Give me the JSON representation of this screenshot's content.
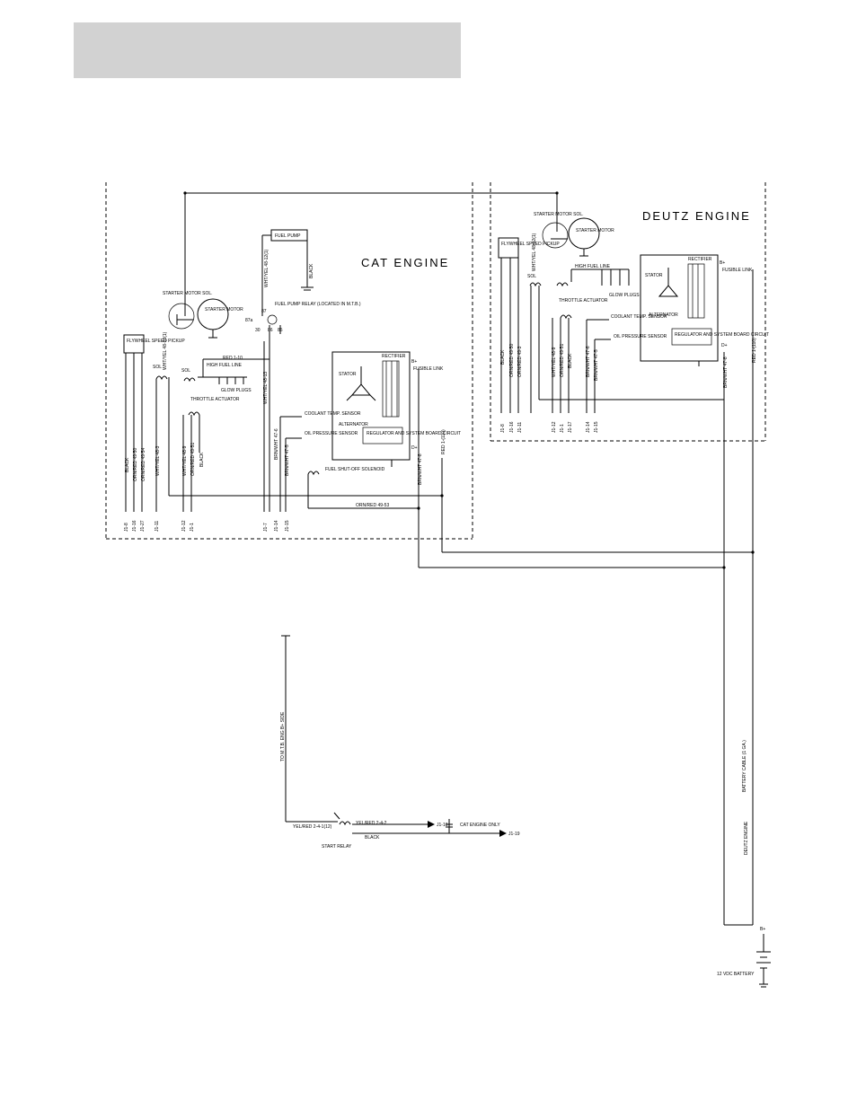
{
  "diagram": {
    "cat": {
      "title": "CAT ENGINE",
      "starter": "STARTER MOTOR",
      "starter_sol": "STARTER MOTOR SOL.",
      "fuel_pump": "FUEL PUMP",
      "fuel_pump_relay": "FUEL PUMP RELAY (LOCATED IN M.T.B.)",
      "flywheel": "FLYWHEEL SPEED PICKUP",
      "throttle": "THROTTLE ACTUATOR",
      "hi_fuel": "HIGH FUEL LINE",
      "glow": "GLOW PLUGS",
      "coolant": "COOLANT TEMP. SENSOR",
      "oil": "OIL PRESSURE SENSOR",
      "fuel_shutoff": "FUEL SHUT-OFF SOLENOID",
      "stator": "STATOR",
      "rectifier": "RECTIFIER",
      "alternator": "ALTERNATOR",
      "regulator": "REGULATOR AND SYSTEM BOARD CIRCUIT",
      "fusible": "FUSIBLE LINK",
      "b_plus": "B+",
      "d_plus": "D+",
      "relay_87": "87",
      "relay_87a": "87a",
      "relay_30": "30",
      "relay_86": "86",
      "relay_85": "85",
      "sol_1": "SOL",
      "sol_2": "SOL",
      "wires": {
        "red_1_10": "RED 1-10",
        "wht_yel_48_13": "WHT/YEL 48-13",
        "wht_yel_48_3": "WHT/YEL 48-3",
        "orn_red_49_53": "ORN/RED 49-53",
        "brn_wht_47_8": "BRN/WHT 47-8",
        "red_1_110": "RED 1-(110)",
        "black": "BLACK",
        "orn_red_49_50": "ORN/RED 49-50",
        "orn_red_49_54": "ORN/RED 49-54",
        "wht_yel_48_9": "WHT/YEL 48-9",
        "orn_red_49_51": "ORN/RED 49-51",
        "brn_wht_47_6": "BRN/WHT 47-6",
        "brn_wht_47_5": "BRN/WHT 47-5",
        "wht_yel_48_12": "WHT/YEL 48-12(1)"
      },
      "connectors": [
        "J1-8",
        "J1-16",
        "J1-27",
        "J1-11",
        "J1-12",
        "J1-1",
        "J1-7",
        "J1-14",
        "J1-15"
      ]
    },
    "deutz": {
      "title": "DEUTZ ENGINE",
      "starter": "STARTER MOTOR",
      "starter_sol": "STARTER MOTOR SOL.",
      "flywheel": "FLYWHEEL SPEED PICKUP",
      "throttle": "THROTTLE ACTUATOR",
      "hi_fuel": "HIGH FUEL LINE",
      "glow": "GLOW PLUGS",
      "coolant": "COOLANT TEMP. SENSOR",
      "oil": "OIL PRESSURE SENSOR",
      "stator": "STATOR",
      "rectifier": "RECTIFIER",
      "alternator": "ALTERNATOR",
      "regulator": "REGULATOR AND SYSTEM BOARD CIRCUIT",
      "fusible": "FUSIBLE LINK",
      "b_plus": "B+",
      "d_plus": "D+",
      "sol_1": "SOL",
      "wires": {
        "black": "BLACK",
        "orn_red_49_50": "ORN/RED 49-50",
        "orn_red_49_3": "ORN/RED 49-3",
        "wht_yel_48_9": "WHT/YEL 48-9",
        "orn_red_49_51": "ORN/RED 49-51",
        "black_2": "BLACK",
        "brn_wht_47_6": "BRN/WHT 47-6",
        "brn_wht_47_5": "BRN/WHT 47-5",
        "brn_wht_47_8": "BRN/WHT 47-8",
        "red_1_110": "RED 1-(110)",
        "wht_yel_48_12": "WHT/YEL 48-12(1)"
      },
      "connectors": [
        "J1-8",
        "J1-16",
        "J1-11",
        "J1-12",
        "J1-1",
        "J1-17",
        "J1-14",
        "J1-15"
      ]
    },
    "lower": {
      "to_mtb": "TO M.T.B. ENG B+ SIDE",
      "yel_red": "YEL/RED 2-4-1(12)",
      "start_relay": "START RELAY",
      "yel_red_2": "YEL/RED 2-4-2",
      "black": "BLACK",
      "j1_10": "J1-10",
      "j1_19": "J1-19",
      "cat_only": "CAT ENGINE ONLY",
      "battery_cable": "BATTERY CABLE (1 GA.)",
      "deutz_engine": "DEUTZ ENGINE",
      "b_plus": "B+",
      "battery": "12 VDC BATTERY"
    }
  }
}
